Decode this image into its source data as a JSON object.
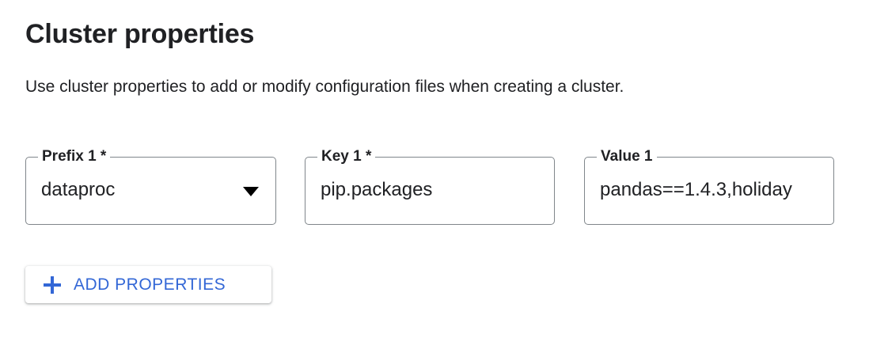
{
  "section": {
    "title": "Cluster properties",
    "description": "Use cluster properties to add or modify configuration files when creating a cluster."
  },
  "fields": [
    {
      "name": "prefix",
      "label": "Prefix 1 *",
      "value": "dataproc",
      "control": "select",
      "icon": "chevron-down-icon"
    },
    {
      "name": "key",
      "label": "Key 1 *",
      "value": "pip.packages",
      "control": "text"
    },
    {
      "name": "value",
      "label": "Value 1",
      "value": "pandas==1.4.3,holiday",
      "control": "text"
    }
  ],
  "actions": {
    "add_properties_label": "ADD PROPERTIES",
    "add_properties_icon": "plus-icon"
  },
  "colors": {
    "accent_blue": "#3367d6",
    "text_primary": "#202124",
    "field_border": "#80868b",
    "background": "#ffffff"
  }
}
